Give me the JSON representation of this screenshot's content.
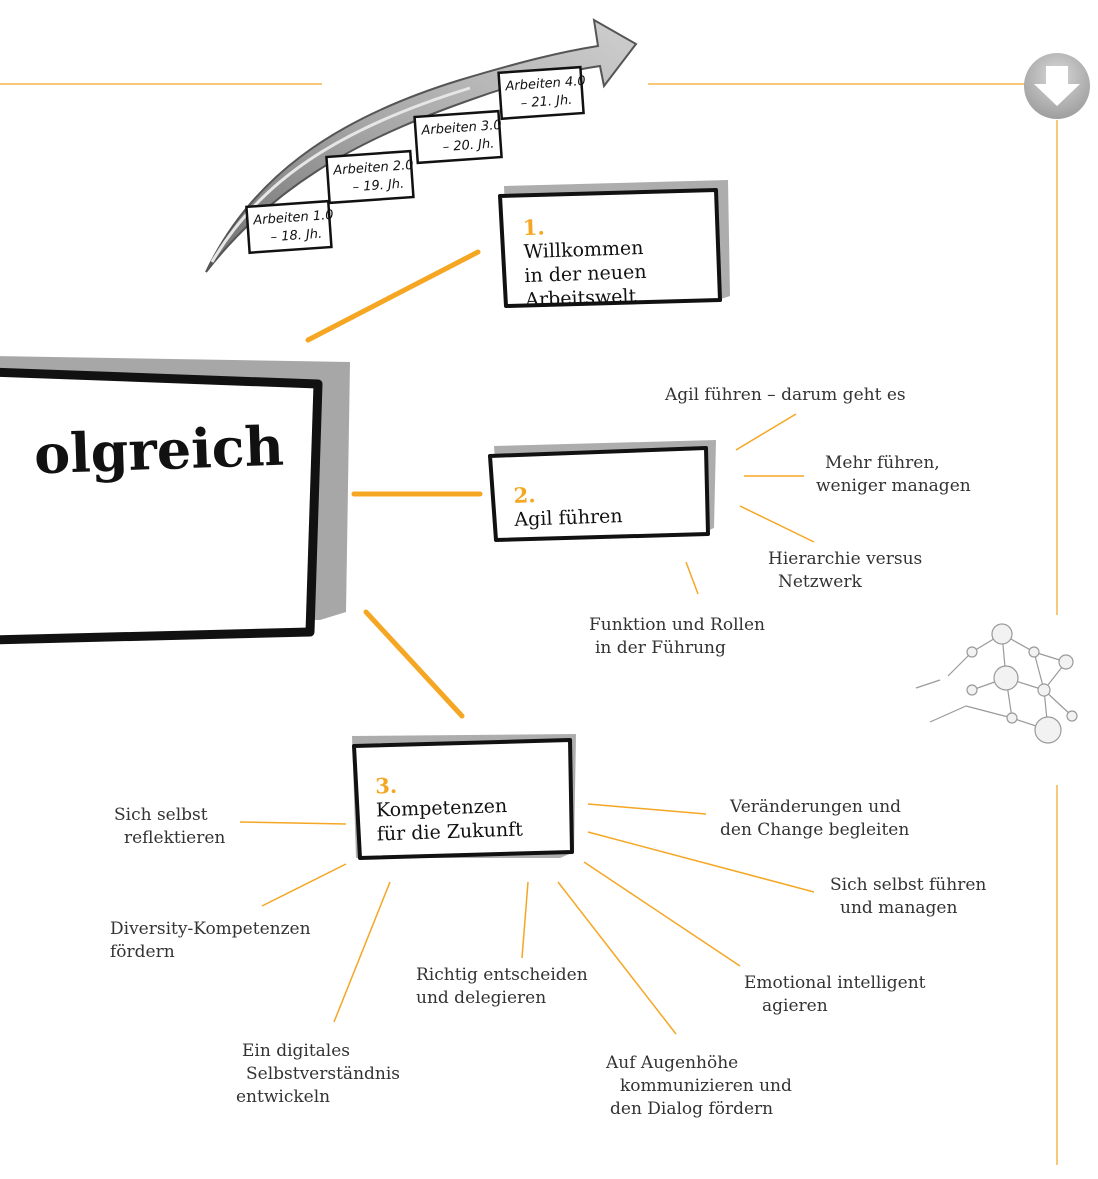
{
  "main_title": "olgreich",
  "eras": [
    {
      "line1": "Arbeiten 1.0",
      "line2": "– 18. Jh."
    },
    {
      "line1": "Arbeiten 2.0",
      "line2": "– 19. Jh."
    },
    {
      "line1": "Arbeiten 3.0",
      "line2": "– 20. Jh."
    },
    {
      "line1": "Arbeiten 4.0",
      "line2": "– 21. Jh."
    }
  ],
  "section1": {
    "number": "1.",
    "line1": "Willkommen",
    "line2": "in der neuen",
    "line3": "Arbeitswelt"
  },
  "section2": {
    "number": "2.",
    "title": "Agil führen"
  },
  "section3": {
    "number": "3.",
    "line1": "Kompetenzen",
    "line2": "für die Zukunft"
  },
  "agil_topics": {
    "darum": "Agil führen – darum geht es",
    "mehr_l1": "Mehr führen,",
    "mehr_l2": "weniger managen",
    "hier_l1": "Hierarchie versus",
    "hier_l2": "Netzwerk",
    "funk_l1": "Funktion und Rollen",
    "funk_l2": "in der Führung"
  },
  "kompetenz_topics": {
    "reflekt_l1": "Sich selbst",
    "reflekt_l2": "reflektieren",
    "diversity_l1": "Diversity-Kompetenzen",
    "diversity_l2": "fördern",
    "digital_l1": "Ein digitales",
    "digital_l2": "Selbstverständnis",
    "digital_l3": "entwickeln",
    "entscheiden_l1": "Richtig entscheiden",
    "entscheiden_l2": "und delegieren",
    "augen_l1": "Auf Augenhöhe",
    "augen_l2": "kommunizieren und",
    "augen_l3": "den Dialog fördern",
    "emotional_l1": "Emotional intelligent",
    "emotional_l2": "agieren",
    "selbstf_l1": "Sich selbst führen",
    "selbstf_l2": "und managen",
    "change_l1": "Veränderungen und",
    "change_l2": "den Change begleiten"
  },
  "colors": {
    "accent": "#f5a623",
    "line": "#f7c878",
    "box_border": "#111111",
    "shadow": "#7a7a7a"
  },
  "icons": [
    "arrow-down-icon",
    "network-icon"
  ]
}
